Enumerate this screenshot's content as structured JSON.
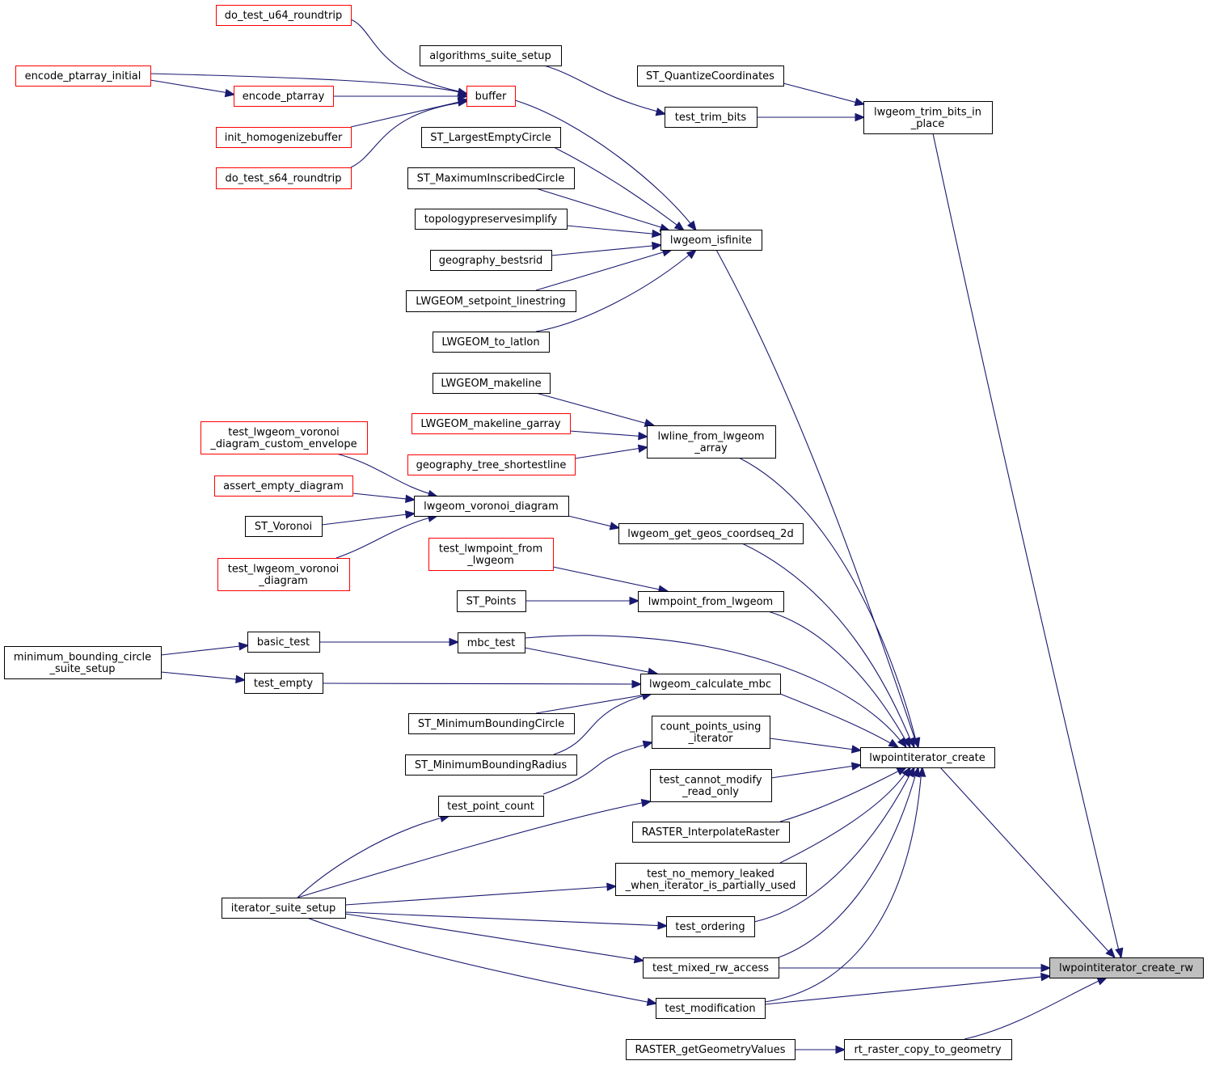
{
  "colors": {
    "edge": "#191970",
    "node_border": "#000000",
    "external_border": "#ff0000",
    "target_fill": "#bfbfbf"
  },
  "nodes": {
    "do_test_u64_roundtrip": [
      "do_test_u64_roundtrip"
    ],
    "algorithms_suite_setup": [
      "algorithms_suite_setup"
    ],
    "encode_ptarray_initial": [
      "encode_ptarray_initial"
    ],
    "encode_ptarray": [
      "encode_ptarray"
    ],
    "buffer": [
      "buffer"
    ],
    "init_homogenizebuffer": [
      "init_homogenizebuffer"
    ],
    "do_test_s64_roundtrip": [
      "do_test_s64_roundtrip"
    ],
    "ST_QuantizeCoordinates": [
      "ST_QuantizeCoordinates"
    ],
    "test_trim_bits": [
      "test_trim_bits"
    ],
    "lwgeom_trim_bits_in_place": [
      "lwgeom_trim_bits_in",
      "_place"
    ],
    "ST_LargestEmptyCircle": [
      "ST_LargestEmptyCircle"
    ],
    "ST_MaximumInscribedCircle": [
      "ST_MaximumInscribedCircle"
    ],
    "topologypreservesimplify": [
      "topologypreservesimplify"
    ],
    "lwgeom_isfinite": [
      "lwgeom_isfinite"
    ],
    "geography_bestsrid": [
      "geography_bestsrid"
    ],
    "LWGEOM_setpoint_linestring": [
      "LWGEOM_setpoint_linestring"
    ],
    "LWGEOM_to_latlon": [
      "LWGEOM_to_latlon"
    ],
    "LWGEOM_makeline": [
      "LWGEOM_makeline"
    ],
    "LWGEOM_makeline_garray": [
      "LWGEOM_makeline_garray"
    ],
    "lwline_from_lwgeom_array": [
      "lwline_from_lwgeom",
      "_array"
    ],
    "geography_tree_shortestline": [
      "geography_tree_shortestline"
    ],
    "test_lwgeom_voronoi_diagram_custom_envelope": [
      "test_lwgeom_voronoi",
      "_diagram_custom_envelope"
    ],
    "assert_empty_diagram": [
      "assert_empty_diagram"
    ],
    "lwgeom_voronoi_diagram": [
      "lwgeom_voronoi_diagram"
    ],
    "ST_Voronoi": [
      "ST_Voronoi"
    ],
    "lwgeom_get_geos_coordseq_2d": [
      "lwgeom_get_geos_coordseq_2d"
    ],
    "test_lwmpoint_from_lwgeom": [
      "test_lwmpoint_from",
      "_lwgeom"
    ],
    "test_lwgeom_voronoi_diagram": [
      "test_lwgeom_voronoi",
      "_diagram"
    ],
    "ST_Points": [
      "ST_Points"
    ],
    "lwmpoint_from_lwgeom": [
      "lwmpoint_from_lwgeom"
    ],
    "basic_test": [
      "basic_test"
    ],
    "mbc_test": [
      "mbc_test"
    ],
    "minimum_bounding_circle_suite_setup": [
      "minimum_bounding_circle",
      "_suite_setup"
    ],
    "test_empty": [
      "test_empty"
    ],
    "lwgeom_calculate_mbc": [
      "lwgeom_calculate_mbc"
    ],
    "ST_MinimumBoundingCircle": [
      "ST_MinimumBoundingCircle"
    ],
    "count_points_using_iterator": [
      "count_points_using",
      "_iterator"
    ],
    "lwpointiterator_create": [
      "lwpointiterator_create"
    ],
    "ST_MinimumBoundingRadius": [
      "ST_MinimumBoundingRadius"
    ],
    "test_cannot_modify_read_only": [
      "test_cannot_modify",
      "_read_only"
    ],
    "test_point_count": [
      "test_point_count"
    ],
    "RASTER_InterpolateRaster": [
      "RASTER_InterpolateRaster"
    ],
    "test_no_memory_leaked": [
      "test_no_memory_leaked",
      "_when_iterator_is_partially_used"
    ],
    "iterator_suite_setup": [
      "iterator_suite_setup"
    ],
    "test_ordering": [
      "test_ordering"
    ],
    "test_mixed_rw_access": [
      "test_mixed_rw_access"
    ],
    "lwpointiterator_create_rw": [
      "lwpointiterator_create_rw"
    ],
    "test_modification": [
      "test_modification"
    ],
    "RASTER_getGeometryValues": [
      "RASTER_getGeometryValues"
    ],
    "rt_raster_copy_to_geometry": [
      "rt_raster_copy_to_geometry"
    ]
  }
}
